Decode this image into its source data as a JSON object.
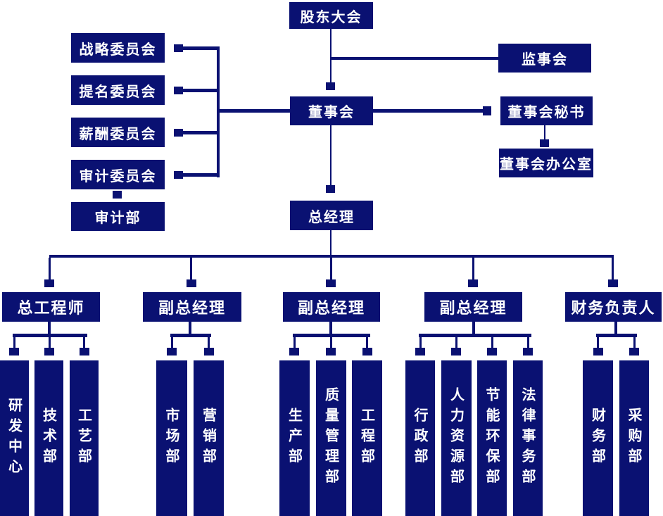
{
  "colors": {
    "node_fill": "#0a1172",
    "node_text": "#ffffff",
    "line": "#0a1172",
    "background": "#ffffff"
  },
  "nodes": {
    "shareholders_meeting": "股东大会",
    "strategy_committee": "战略委员会",
    "nomination_committee": "提名委员会",
    "remuneration_committee": "薪酬委员会",
    "audit_committee": "审计委员会",
    "audit_department": "审计部",
    "board_of_directors": "董事会",
    "supervisory_board": "监事会",
    "board_secretary": "董事会秘书",
    "board_office": "董事会办公室",
    "general_manager": "总经理",
    "chief_engineer": "总工程师",
    "deputy_gm_1": "副总经理",
    "deputy_gm_2": "副总经理",
    "deputy_gm_3": "副总经理",
    "finance_head": "财务负责人",
    "rd_center": "研发中心",
    "technology_department": "技术部",
    "process_department": "工艺部",
    "marketing_department": "市场部",
    "sales_department": "营销部",
    "production_department": "生产部",
    "quality_management_department": "质量管理部",
    "engineering_department": "工程部",
    "administration_department": "行政部",
    "human_resources_department": "人力资源部",
    "energy_environment_department": "节能环保部",
    "legal_affairs_department": "法律事务部",
    "finance_department": "财务部",
    "procurement_department": "采购部"
  },
  "structure": {
    "shareholders_meeting": [
      "board_of_directors",
      "supervisory_board"
    ],
    "board_of_directors": [
      "strategy_committee",
      "nomination_committee",
      "remuneration_committee",
      "audit_committee",
      "board_secretary",
      "general_manager"
    ],
    "audit_committee": [
      "audit_department"
    ],
    "board_secretary": [
      "board_office"
    ],
    "general_manager": [
      "chief_engineer",
      "deputy_gm_1",
      "deputy_gm_2",
      "deputy_gm_3",
      "finance_head"
    ],
    "chief_engineer": [
      "rd_center",
      "technology_department",
      "process_department"
    ],
    "deputy_gm_1": [
      "marketing_department",
      "sales_department"
    ],
    "deputy_gm_2": [
      "production_department",
      "quality_management_department",
      "engineering_department"
    ],
    "deputy_gm_3": [
      "administration_department",
      "human_resources_department",
      "energy_environment_department",
      "legal_affairs_department"
    ],
    "deputy_gm_4_finance_head": [
      "finance_department",
      "procurement_department"
    ]
  }
}
